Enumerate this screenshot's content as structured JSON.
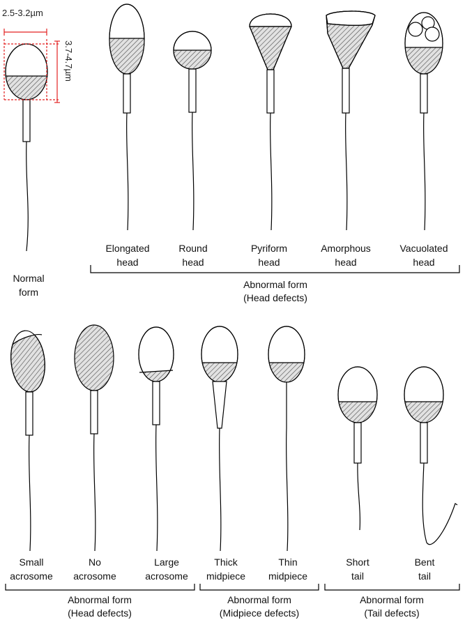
{
  "colors": {
    "line": "#000000",
    "hatch_fill": "#d9d9d9",
    "dimension": "#e32222"
  },
  "dimensions": {
    "width": "2.5-3.2µm",
    "height": "3.7-4.7µm"
  },
  "forms": {
    "normal": {
      "line1": "Normal",
      "line2": "form"
    },
    "elongated": {
      "line1": "Elongated",
      "line2": "head"
    },
    "round": {
      "line1": "Round",
      "line2": "head"
    },
    "pyriform": {
      "line1": "Pyriform",
      "line2": "head"
    },
    "amorphous": {
      "line1": "Amorphous",
      "line2": "head"
    },
    "vacuolated": {
      "line1": "Vacuolated",
      "line2": "head"
    },
    "small_acrosome": {
      "line1": "Small",
      "line2": "acrosome"
    },
    "no_acrosome": {
      "line1": "No",
      "line2": "acrosome"
    },
    "large_acrosome": {
      "line1": "Large",
      "line2": "acrosome"
    },
    "thick_midpiece": {
      "line1": "Thick",
      "line2": "midpiece"
    },
    "thin_midpiece": {
      "line1": "Thin",
      "line2": "midpiece"
    },
    "short_tail": {
      "line1": "Short",
      "line2": "tail"
    },
    "bent_tail": {
      "line1": "Bent",
      "line2": "tail"
    }
  },
  "groups": {
    "top_head": {
      "line1": "Abnormal form",
      "line2": "(Head defects)"
    },
    "bottom_head": {
      "line1": "Abnormal form",
      "line2": "(Head defects)"
    },
    "midpiece": {
      "line1": "Abnormal form",
      "line2": "(Midpiece defects)"
    },
    "tail": {
      "line1": "Abnormal form",
      "line2": "(Tail defects)"
    }
  }
}
